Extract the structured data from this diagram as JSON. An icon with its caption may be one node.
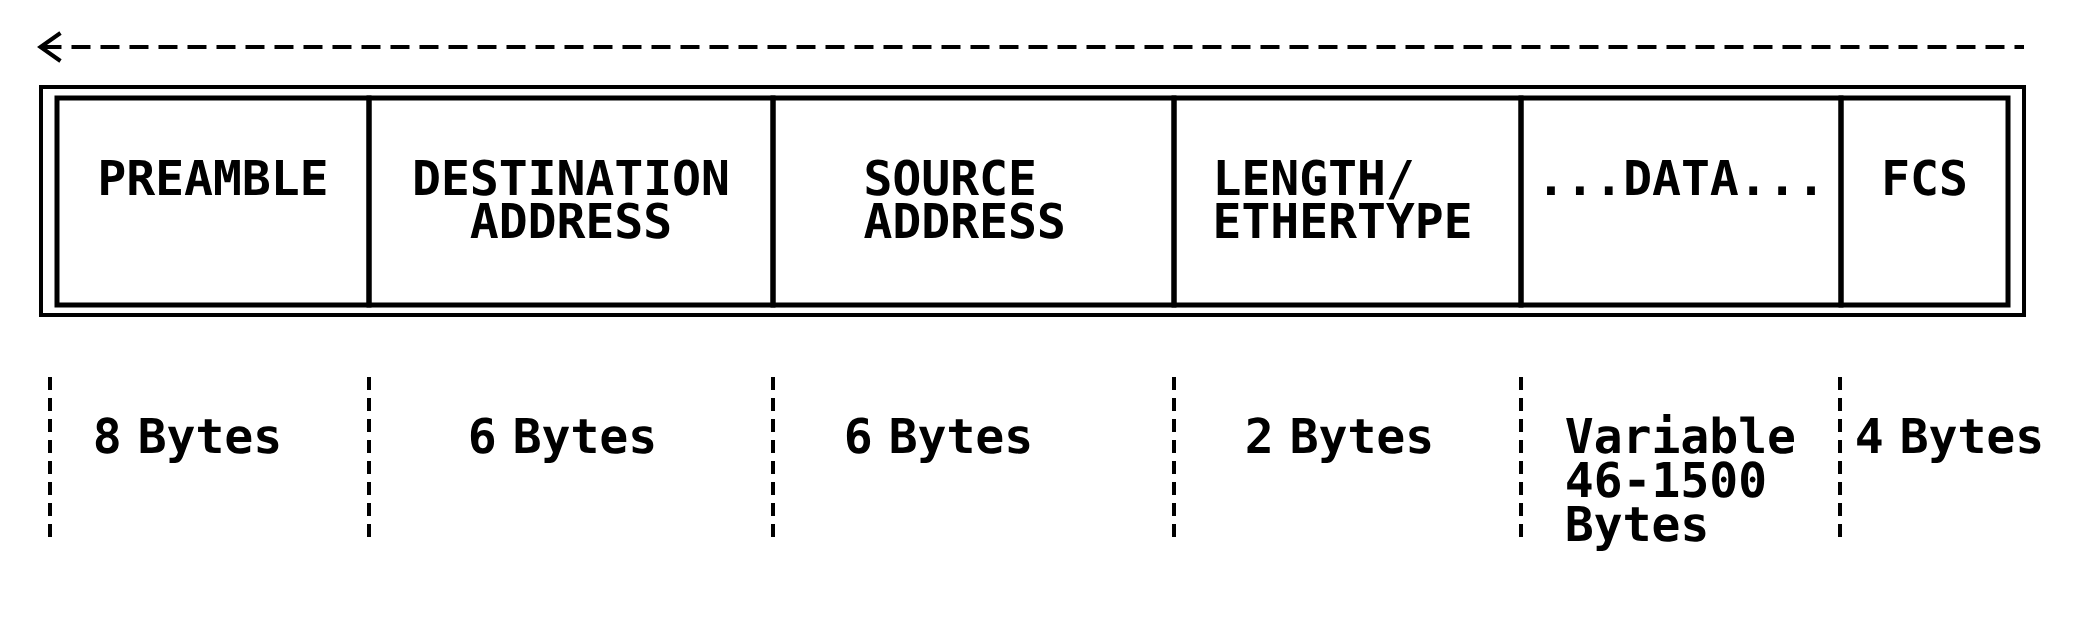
{
  "diagram": {
    "nodes": [
      {
        "text": [
          "PREAMBLE"
        ],
        "beside": [
          "8 Bytes"
        ]
      },
      {
        "text": [
          "DESTINATION ADDRESS"
        ],
        "beside": [
          "6 Bytes"
        ]
      },
      {
        "text": [
          "SOURCE ADDRESS"
        ],
        "beside": [
          "6 Bytes"
        ]
      },
      {
        "text": [
          "LENGTH/ ETHERTYPE"
        ],
        "beside": [
          "2 Bytes"
        ]
      },
      {
        "text": [
          "...DATA..."
        ],
        "beside": [
          "Variable 46-1500 Bytes"
        ]
      },
      {
        "text": [
          "FCS"
        ],
        "beside": [
          "4 Bytes"
        ]
      }
    ]
  }
}
